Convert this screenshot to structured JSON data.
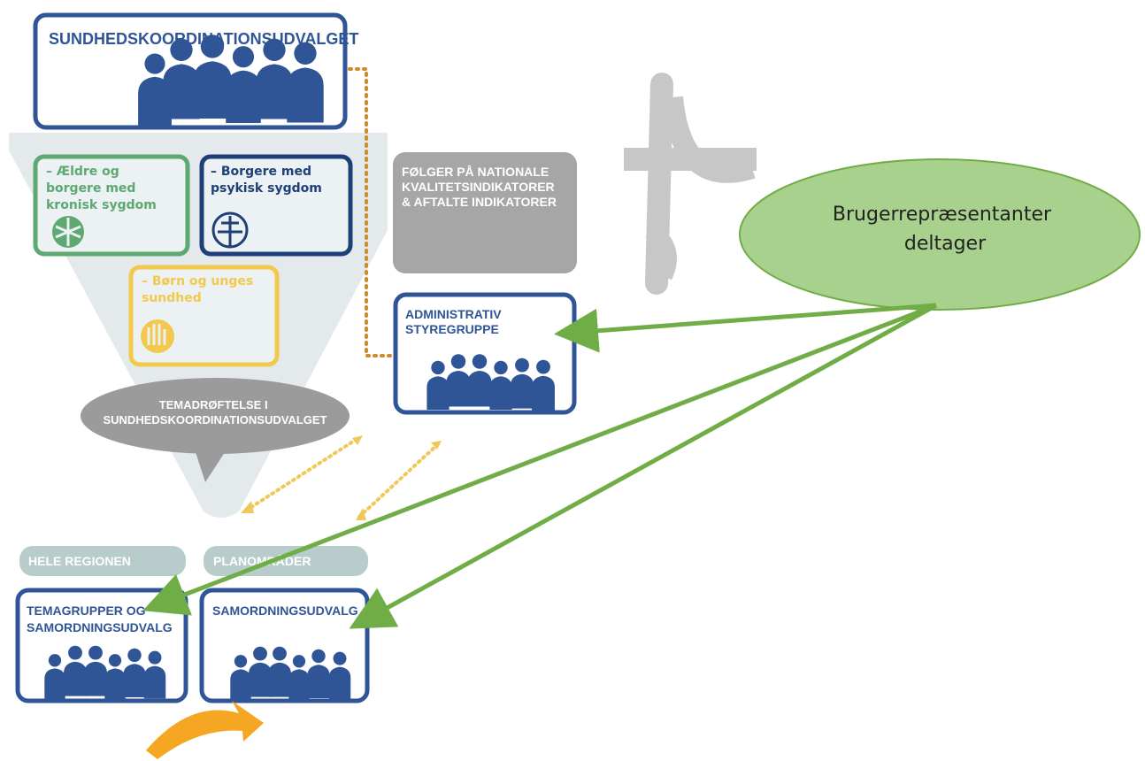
{
  "colors": {
    "navy": "#2f5597",
    "navy_dark": "#1f3f78",
    "gray_box": "#a6a6a6",
    "gray_bubble": "#9b9b9b",
    "funnel": "#e4eaec",
    "panel_fill": "#ecf1f3",
    "green_box": "#5ea872",
    "yellow_box": "#f2c94c",
    "teal_label": "#b8cccc",
    "dotted_orange": "#d08a2a",
    "dotted_yellow": "#f0c85a",
    "arrow_green": "#70ad47",
    "ellipse_fill": "#a9d18e",
    "ellipse_stroke": "#70ad47",
    "orange_arrow": "#f5a623"
  },
  "top_box": {
    "title": "SUNDHEDSKOORDINATIONSUDVALGET"
  },
  "focus_areas": [
    {
      "lines": [
        "– Ældre og",
        "borgere med",
        "kronisk sygdom"
      ],
      "icon": "hands-circle-icon"
    },
    {
      "lines": [
        "– Borgere med",
        "psykisk sygdom"
      ],
      "icon": "figure-circle-icon"
    },
    {
      "lines": [
        "– Børn og unges",
        "sundhed"
      ],
      "icon": "hand-circle-icon"
    }
  ],
  "indicators_box": {
    "lines": [
      "FØLGER PÅ NATIONALE",
      "KVALITETSINDIKATORER",
      "& AFTALTE INDIKATORER"
    ]
  },
  "admin_box": {
    "lines": [
      "ADMINISTRATIV",
      "STYREGRUPPE"
    ]
  },
  "theme_bubble": {
    "lines": [
      "TEMADRØFTELSE I",
      "SUNDHEDSKOORDINATIONSUDVALGET"
    ]
  },
  "labels": {
    "region": "HELE REGIONEN",
    "plan": "PLANOMRÅDER"
  },
  "bottom_left": {
    "lines": [
      "TEMAGRUPPER OG",
      "SAMORDNINGSUDVALG"
    ]
  },
  "bottom_right": {
    "lines": [
      "SAMORDNINGSUDVALG"
    ]
  },
  "ellipse": {
    "lines": [
      "Brugerrepræsentanter",
      "deltager"
    ]
  }
}
